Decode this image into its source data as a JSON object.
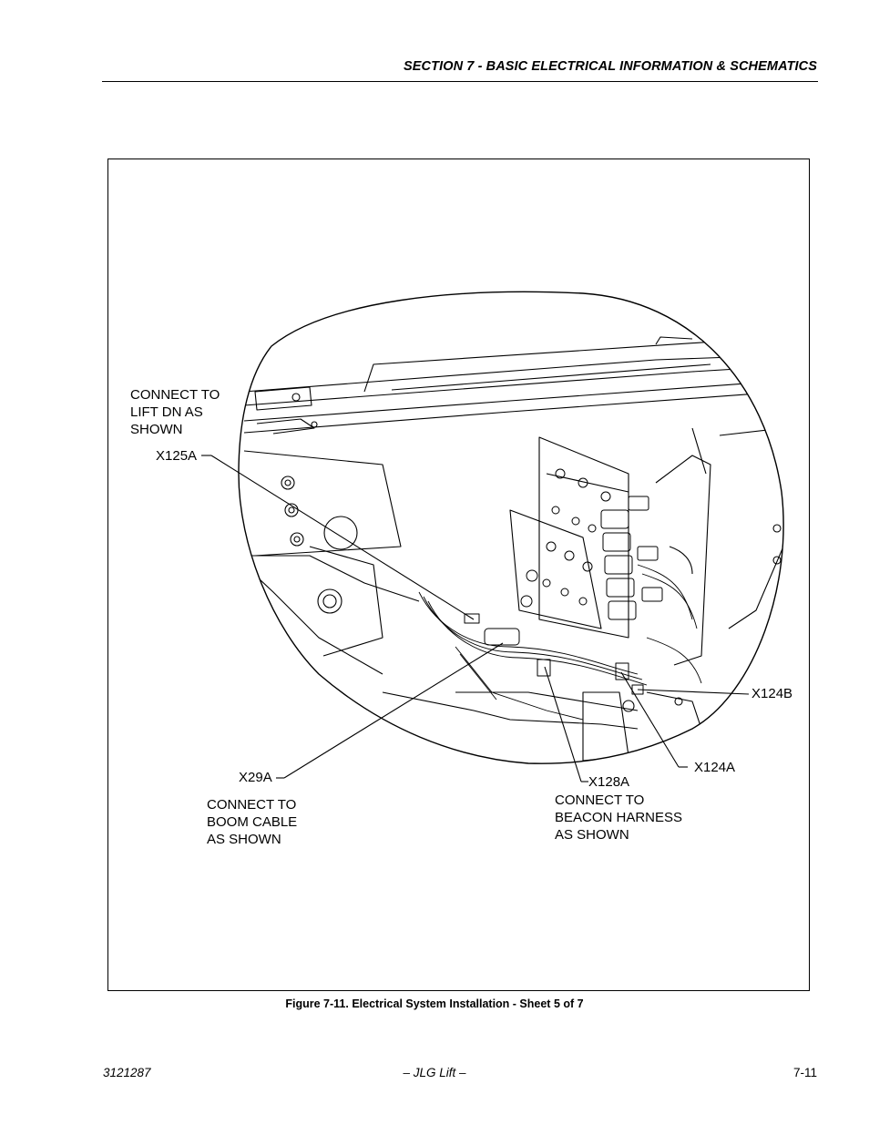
{
  "header": {
    "title": "SECTION 7 - BASIC ELECTRICAL INFORMATION & SCHEMATICS"
  },
  "figure": {
    "caption": "Figure 7-11.  Electrical System Installation - Sheet 5 of 7",
    "callouts": {
      "lift_dn_note": [
        "CONNECT TO",
        "LIFT DN AS",
        "SHOWN"
      ],
      "x125a": "X125A",
      "x124b": "X124B",
      "x124a": "X124A",
      "x29a": "X29A",
      "x128a": "X128A",
      "boom_cable_note": [
        "CONNECT  TO",
        "BOOM CABLE",
        "AS SHOWN"
      ],
      "beacon_note": [
        "CONNECT TO",
        "BEACON HARNESS",
        "AS SHOWN"
      ]
    }
  },
  "footer": {
    "doc_number": "3121287",
    "brand": "– JLG Lift –",
    "page": "7-11"
  }
}
